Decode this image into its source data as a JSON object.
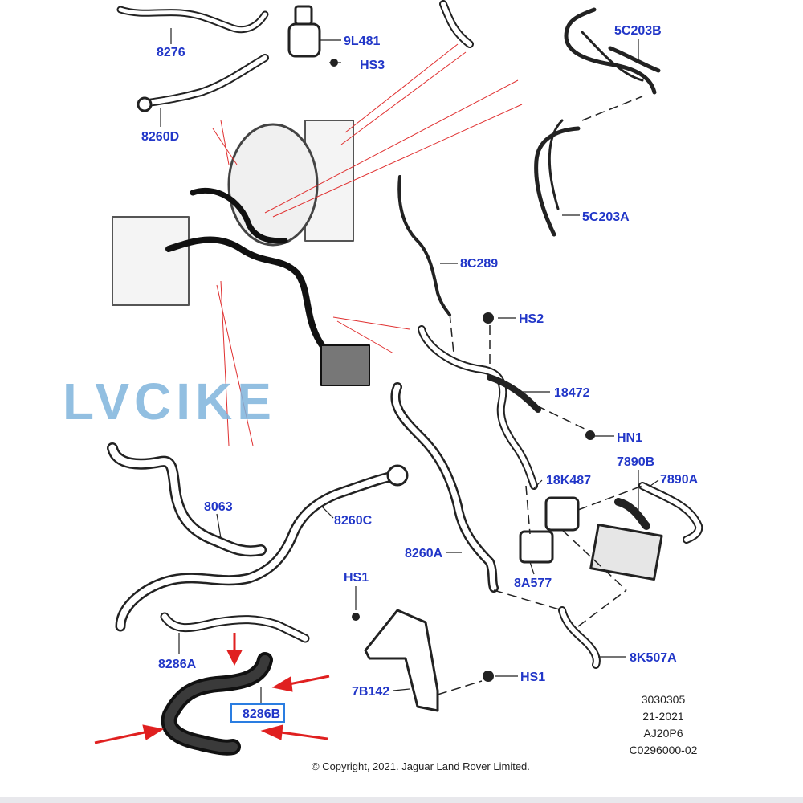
{
  "colors": {
    "callout_text": "#2136c8",
    "hose": "#1a1a1a",
    "pointer_line": "#e03030",
    "arrow": "#e02020",
    "highlight_box": "#2a7de1",
    "watermark": "#7fb4dc"
  },
  "watermark": {
    "text": "LVCIKE"
  },
  "callouts": [
    {
      "id": "8276",
      "label": "8276"
    },
    {
      "id": "9L481",
      "label": "9L481"
    },
    {
      "id": "HS3",
      "label": "HS3"
    },
    {
      "id": "5C203B",
      "label": "5C203B"
    },
    {
      "id": "8260D",
      "label": "8260D"
    },
    {
      "id": "5C203A",
      "label": "5C203A"
    },
    {
      "id": "8C289",
      "label": "8C289"
    },
    {
      "id": "HS2",
      "label": "HS2"
    },
    {
      "id": "18472",
      "label": "18472"
    },
    {
      "id": "HN1",
      "label": "HN1"
    },
    {
      "id": "7890B",
      "label": "7890B"
    },
    {
      "id": "7890A",
      "label": "7890A"
    },
    {
      "id": "18K487",
      "label": "18K487"
    },
    {
      "id": "8063",
      "label": "8063"
    },
    {
      "id": "8260C",
      "label": "8260C"
    },
    {
      "id": "8260A",
      "label": "8260A"
    },
    {
      "id": "8A577",
      "label": "8A577"
    },
    {
      "id": "HS1a",
      "label": "HS1"
    },
    {
      "id": "8286A",
      "label": "8286A"
    },
    {
      "id": "7B142",
      "label": "7B142"
    },
    {
      "id": "HS1b",
      "label": "HS1"
    },
    {
      "id": "8K507A",
      "label": "8K507A"
    },
    {
      "id": "8286B",
      "label": "8286B"
    }
  ],
  "reference": {
    "line1": "3030305",
    "line2": "21-2021",
    "line3": "AJ20P6",
    "line4": "C0296000-02"
  },
  "copyright": "© Copyright, 2021. Jaguar Land Rover Limited."
}
